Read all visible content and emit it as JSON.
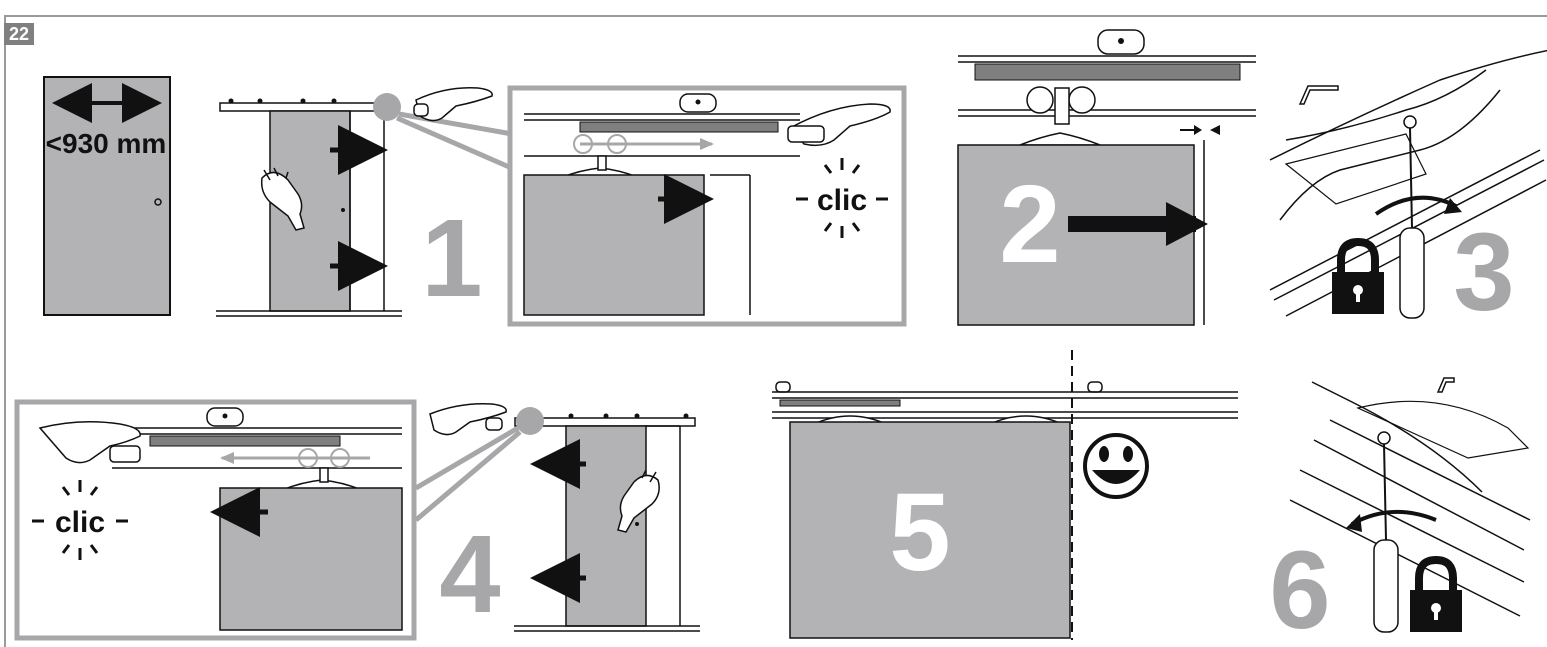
{
  "page_number": "22",
  "dimension_label": "<930 mm",
  "click_label": "clic",
  "steps": [
    "1",
    "2",
    "3",
    "4",
    "5",
    "6"
  ],
  "icons": {
    "lock": "lock-icon",
    "smiley": "smiley-icon",
    "hand": "hand-icon",
    "screwdriver": "screwdriver-icon"
  },
  "colors": {
    "door_gray": "#b3b3b5",
    "step_gray": "#a7a7a9",
    "frame_gray": "#9a9a9a",
    "ink": "#111111"
  }
}
